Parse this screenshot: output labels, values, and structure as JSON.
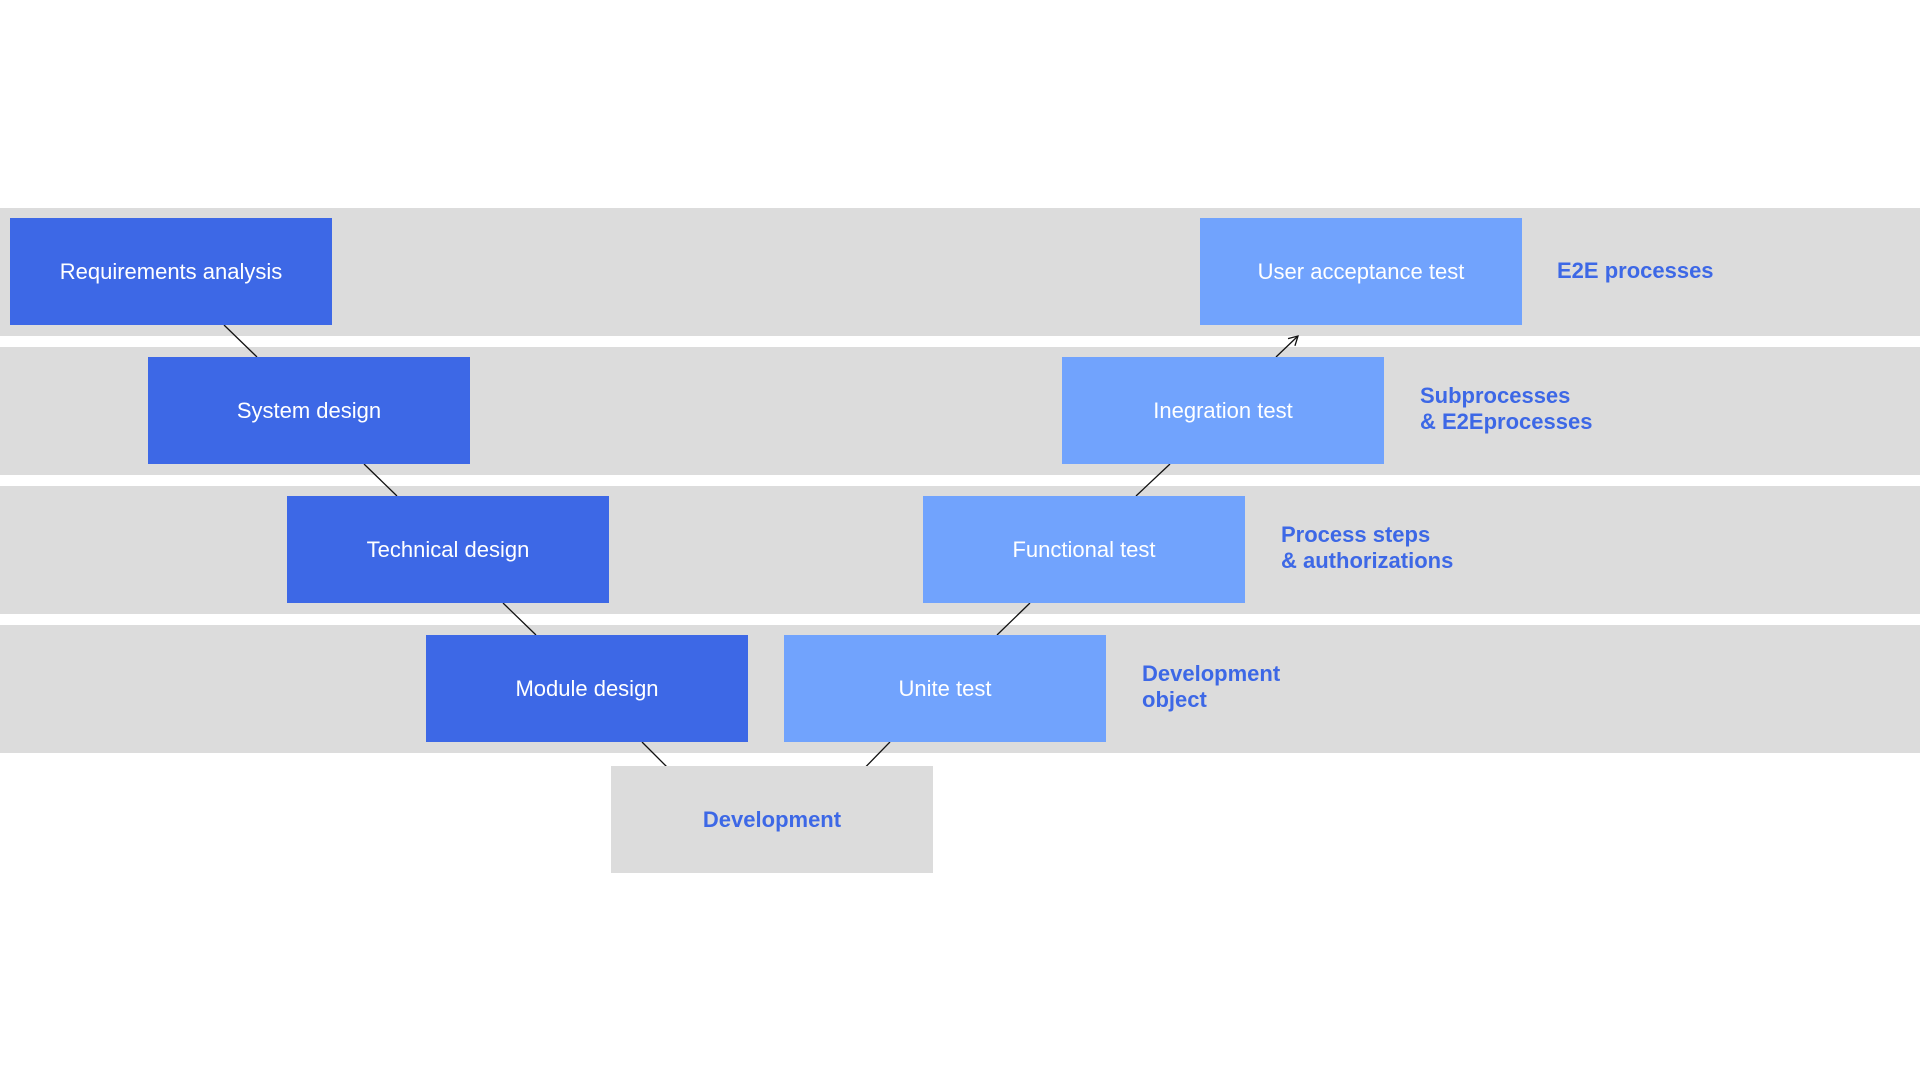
{
  "design_phase": {
    "requirements": "Requirements analysis",
    "system": "System design",
    "technical": "Technical design",
    "module": "Module design"
  },
  "test_phase": {
    "acceptance": "User acceptance test",
    "integration": "Inegration test",
    "functional": "Functional test",
    "unit": "Unite test"
  },
  "development": "Development",
  "levels": {
    "e2e": [
      "E2E processes"
    ],
    "subprocesses": [
      "Subprocesses",
      "& E2Eprocesses"
    ],
    "process_steps": [
      "Process steps",
      "& authorizations"
    ],
    "development_object": [
      "Development",
      "object"
    ]
  },
  "colors": {
    "design": "#3d68e6",
    "test": "#71a3fd",
    "band": "#dcdcdc",
    "label": "#3d68e6"
  }
}
